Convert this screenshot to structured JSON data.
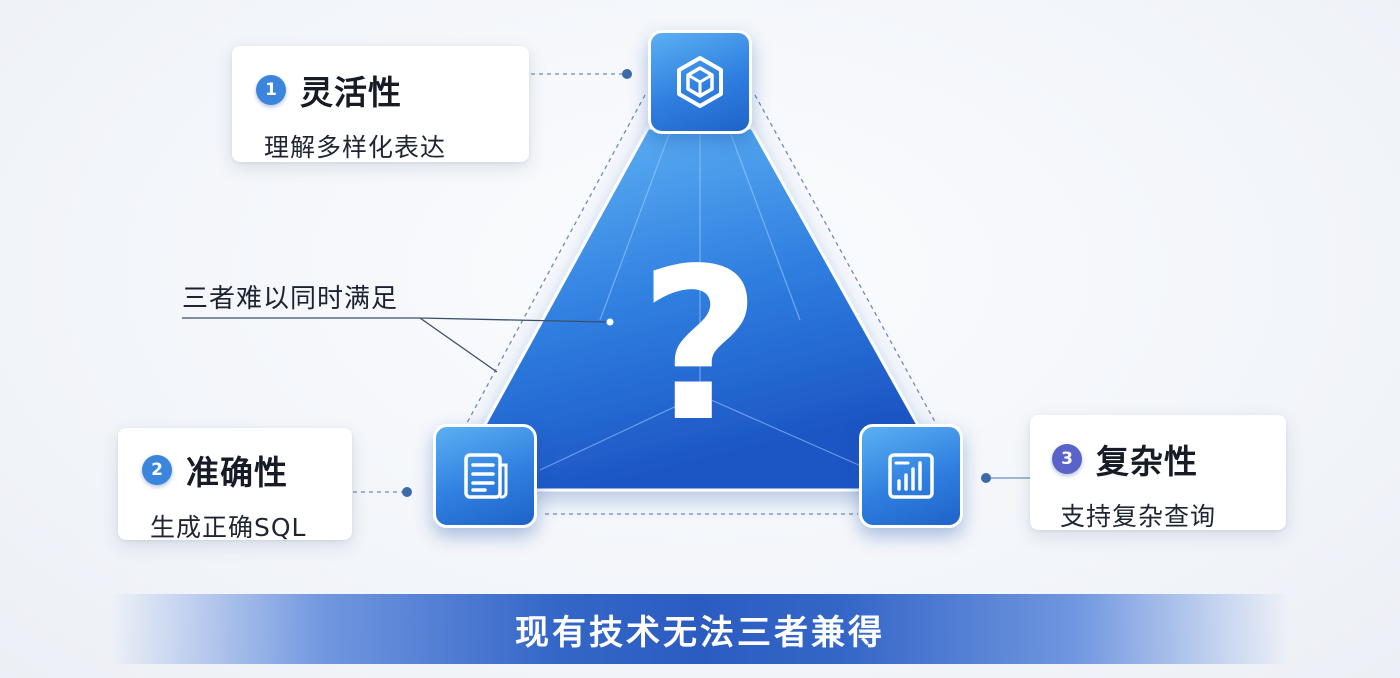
{
  "cards": {
    "flexibility": {
      "number": "1",
      "title": "灵活性",
      "subtitle": "理解多样化表达",
      "badge_color": "#3b86dc"
    },
    "accuracy": {
      "number": "2",
      "title": "准确性",
      "subtitle": "生成正确SQL",
      "badge_color": "#3b86dc"
    },
    "complexity": {
      "number": "3",
      "title": "复杂性",
      "subtitle": "支持复杂查询",
      "badge_color": "#5a64c8"
    }
  },
  "center": {
    "symbol": "?"
  },
  "middle_label": "三者难以同时满足",
  "banner": {
    "text": "现有技术无法三者兼得"
  },
  "icons": {
    "top": "hexagon-cube-icon",
    "left": "document-list-icon",
    "right": "bar-chart-icon"
  },
  "colors": {
    "triangle_top": "#62b6f5",
    "triangle_bottom": "#1c55c4",
    "accent": "#2f7fe0"
  }
}
